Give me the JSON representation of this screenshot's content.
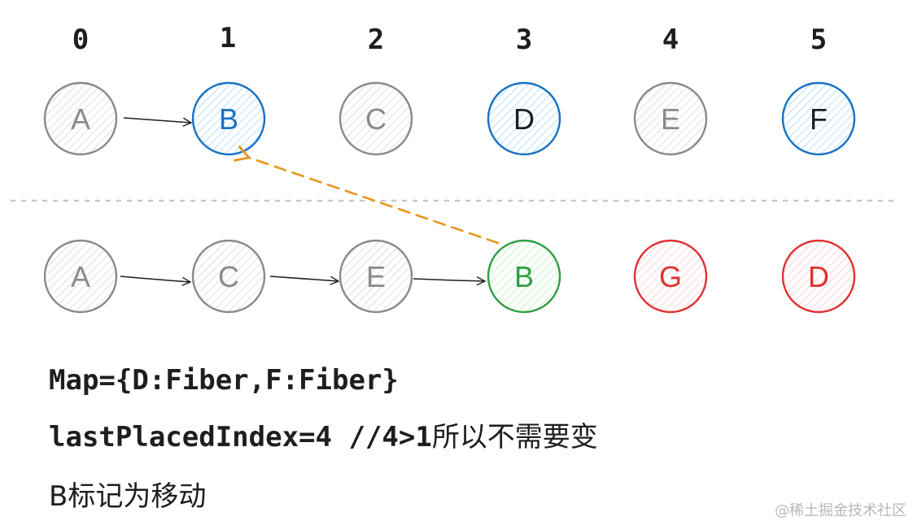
{
  "indices": [
    "0",
    "1",
    "2",
    "3",
    "4",
    "5"
  ],
  "old_row": [
    {
      "letter": "A",
      "state": "gray"
    },
    {
      "letter": "B",
      "state": "blue"
    },
    {
      "letter": "C",
      "state": "gray"
    },
    {
      "letter": "D",
      "state": "blue"
    },
    {
      "letter": "E",
      "state": "gray"
    },
    {
      "letter": "F",
      "state": "blue"
    }
  ],
  "new_row": [
    {
      "letter": "A",
      "state": "gray"
    },
    {
      "letter": "C",
      "state": "gray"
    },
    {
      "letter": "E",
      "state": "gray"
    },
    {
      "letter": "B",
      "state": "green"
    },
    {
      "letter": "G",
      "state": "red"
    },
    {
      "letter": "D",
      "state": "red"
    }
  ],
  "colors": {
    "gray": {
      "stroke": "#8a8a8a",
      "hatch": "#c9cdd6",
      "text": "#8a8a8a"
    },
    "blue": {
      "stroke": "#1971c2",
      "hatch": "#a5d8ff",
      "text": "#1971c2"
    },
    "blue_dark_text": "#1e1e1e",
    "green": {
      "stroke": "#2f9e44",
      "hatch": "#b2f2bb",
      "text": "#2f9e44"
    },
    "red": {
      "stroke": "#e03131",
      "hatch": "#ffc9c9",
      "text": "#e03131"
    },
    "orange_arrow": "#e8961e",
    "separator": "#c8c8c8",
    "arrow": "#1e1e1e"
  },
  "text": {
    "map_line": "Map={D:Fiber,F:Fiber}",
    "last_placed_code": "lastPlacedIndex=4 //4>1",
    "last_placed_note": "所以不需要变",
    "move_note": "B标记为移动",
    "watermark": "@稀土掘金技术社区"
  }
}
